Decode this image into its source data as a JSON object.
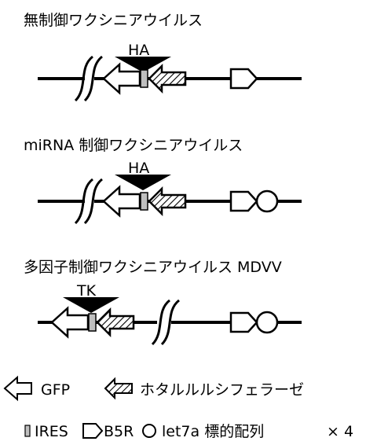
{
  "constructs": [
    {
      "title": "無制御ワクシニアウイルス",
      "marker": "HA",
      "has_let7a": false
    },
    {
      "title": "miRNA 制御ワクシニアウイルス",
      "marker": "HA",
      "has_let7a": true
    },
    {
      "title": "多因子制御ワクシニアウイルス MDVV",
      "marker": "TK",
      "has_let7a": true
    }
  ],
  "legend": {
    "gfp": "GFP",
    "luciferase": "ホタルルルシフェラーゼ",
    "ires": "IRES",
    "b5r": "B5R",
    "let7a": "let7a 標的配列",
    "times_four": "× 4"
  },
  "colors": {
    "ink": "#000000",
    "ires_fill": "#bfbfbf",
    "background": "#ffffff"
  }
}
